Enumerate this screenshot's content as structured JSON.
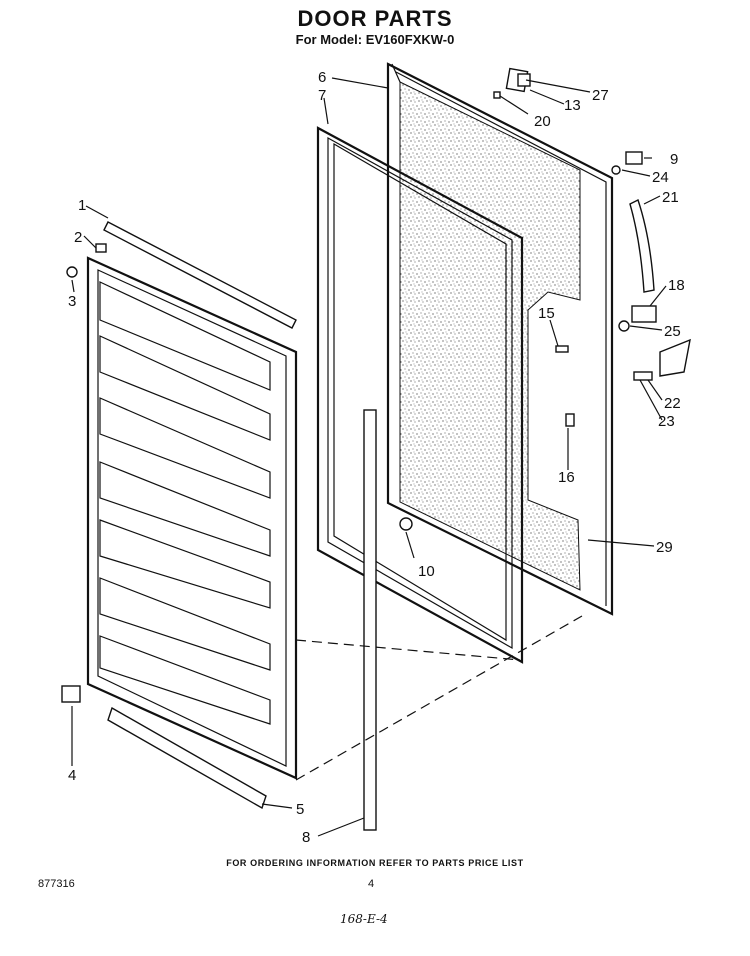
{
  "header": {
    "title": "DOOR PARTS",
    "model": "For Model: EV160FXKW-0"
  },
  "callouts": {
    "p1": "1",
    "p2": "2",
    "p3": "3",
    "p4": "4",
    "p5": "5",
    "p6": "6",
    "p7": "7",
    "p8": "8",
    "p9": "9",
    "p10": "10",
    "p13": "13",
    "p15": "15",
    "p16": "16",
    "p18": "18",
    "p20": "20",
    "p21": "21",
    "p22": "22",
    "p23": "23",
    "p24": "24",
    "p25": "25",
    "p27": "27",
    "p29": "29"
  },
  "footer": {
    "note": "FOR ORDERING INFORMATION REFER TO PARTS PRICE LIST",
    "doc_number": "877316",
    "page_number": "4",
    "handwritten": "168-E-4"
  }
}
